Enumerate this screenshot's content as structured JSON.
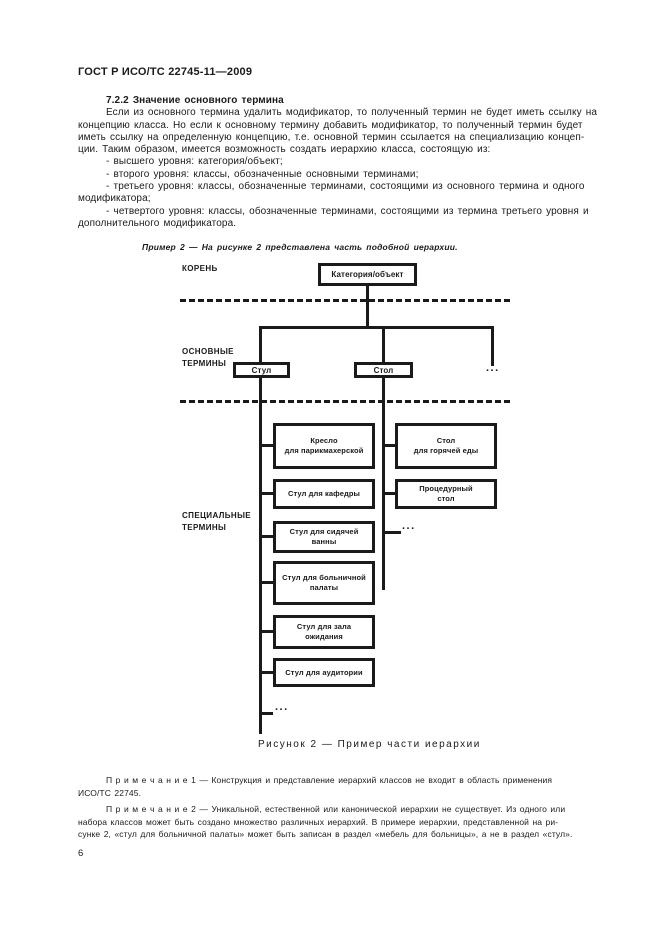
{
  "header": {
    "title": "ГОСТ Р ИСО/ТС 22745-11—2009",
    "page_number": "6"
  },
  "section": {
    "heading": "7.2.2 Значение основного термина",
    "lines": [
      "Если из основного термина удалить модификатор, то полученный термин не будет иметь ссылку на",
      "концепцию класса. Но если к основному термину добавить модификатор, то полученный термин будет",
      "иметь ссылку на определенную концепцию, т.е. основной термин ссылается на специализацию концеп-",
      "ции. Таким образом, имеется возможность создать иерархию класса, состоящую из:",
      "- высшего уровня: категория/объект;",
      "- второго уровня: классы, обозначенные основными терминами;",
      "- третьего уровня: классы, обозначенные терминами, состоящими из основного термина и одного",
      "модификатора;",
      "- четвертого уровня: классы, обозначенные терминами, состоящими из термина третьего уровня и",
      "дополнительного модификатора."
    ],
    "example": "Пример 2 — На рисунке 2 представлена часть подобной иерархии."
  },
  "diagram": {
    "labels": {
      "root": "КОРЕНЬ",
      "basic": "ОСНОВНЫЕ\nТЕРМИНЫ",
      "special": "СПЕЦИАЛЬНЫЕ\nТЕРМИНЫ"
    },
    "boxes": {
      "root": "Категория/объект",
      "chair": "Стул",
      "table": "Стол",
      "chair_children": [
        "Кресло\nдля парикмахерской",
        "Стул для кафедры",
        "Стул для сидячей\nванны",
        "Стул для больничной\nпалаты",
        "Стул для зала\nожидания",
        "Стул для аудитории"
      ],
      "table_children": [
        "Стол\nдля горячей еды",
        "Процедурный\nстол"
      ]
    },
    "ellipsis": "...",
    "caption": "Рисунок 2 — Пример части иерархии"
  },
  "notes": {
    "note1_lines": [
      "П р и м е ч а н и е 1 — Конструкция и представление иерархий классов не входит в область применения",
      "ИСО/ТС 22745."
    ],
    "note2_lines": [
      "П р и м е ч а н и е 2 — Уникальной, естественной или канонической иерархии не существует. Из одного или",
      "набора классов может быть создано множество различных иерархий. В примере иерархии, представленной на ри-",
      "сунке 2, «стул для больничной палаты» может быть записан в раздел «мебель для больницы», а не в раздел «стул»."
    ]
  }
}
